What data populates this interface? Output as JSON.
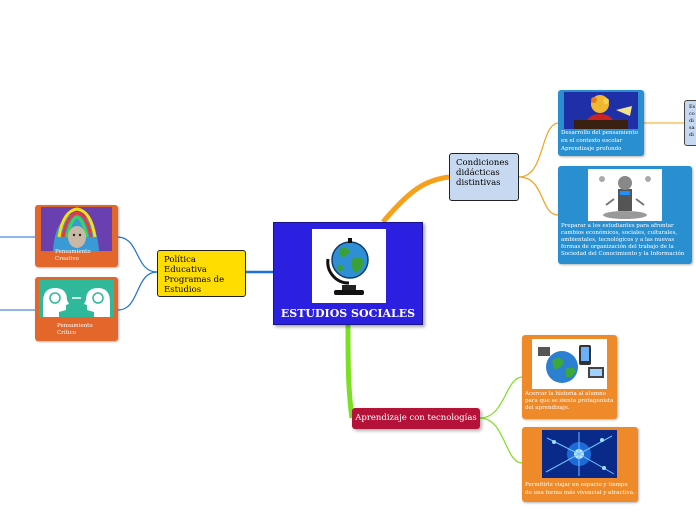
{
  "central": {
    "label": "ESTUDIOS SOCIALES",
    "icon": "globe-icon"
  },
  "left_branch": {
    "label_lines": [
      "Política Educativa",
      "Programas de",
      "Estudios"
    ],
    "children": [
      {
        "label": "Pensamiento Creativo",
        "icon": "creative-head-icon"
      },
      {
        "label": "Pensamiento Crítico",
        "icon": "two-heads-icon"
      }
    ]
  },
  "top_branch": {
    "label_lines": [
      "Condiciones",
      "didácticas",
      "distintivas"
    ],
    "children": [
      {
        "lines": [
          "Desarrollo del pensamiento",
          "en el contexto escolar",
          "Aprendizaje profundo"
        ],
        "icon": "thinking-student-icon"
      },
      {
        "lines": [
          "Preparar a los estudiantes para afrontar",
          "cambios económicos, sociales, culturales,",
          "ambientales, tecnológicos y a las nuevas",
          "formas de organización del trabajo de la",
          "Sociedad del Conocimiento y la Información"
        ],
        "icon": "tech-figure-icon"
      }
    ],
    "cut_off_lines": [
      "Es",
      "co",
      "di",
      "sa",
      "di"
    ]
  },
  "bottom_branch": {
    "label": "Aprendizaje con tecnologías",
    "children": [
      {
        "lines": [
          "Acercar la historia al alumno",
          "para que se sienta protagonista",
          "del aprendizaje."
        ],
        "icon": "earth-devices-icon"
      },
      {
        "lines": [
          "Permitirle viajar en espacio y tiempo",
          "de una forma más vivencial y atractiva."
        ],
        "icon": "blue-network-icon"
      }
    ]
  },
  "colors": {
    "central": "#2b20e0",
    "left_link": "#1f6fd6",
    "top_link": "#f5a11b",
    "bottom_link": "#7be021",
    "yellow_node": "#ffdd00",
    "blue_node": "#c6d9f1",
    "red_node": "#b5123a",
    "card_orange": "#e3662a",
    "card_blue": "#2a8fd0"
  }
}
